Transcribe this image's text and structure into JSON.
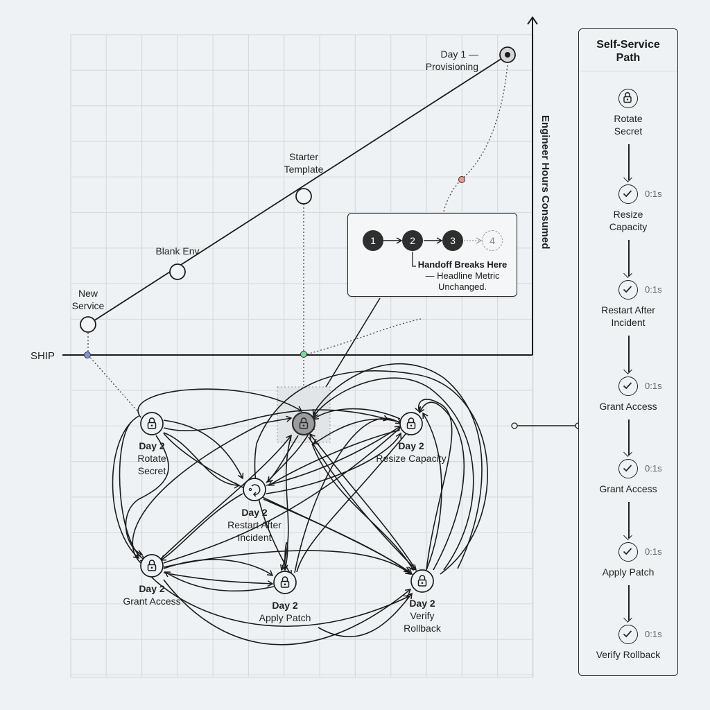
{
  "axis": {
    "y_label": "Engineer Hours Consumed",
    "baseline_label": "SHIP"
  },
  "day1_path": {
    "milestones": [
      {
        "label_lines": [
          "New",
          "Service"
        ]
      },
      {
        "label_lines": [
          "Blank Env"
        ]
      },
      {
        "label_lines": [
          "Starter",
          "Template"
        ]
      },
      {
        "label_lines": [
          "Day 1 —",
          "Provisioning"
        ]
      }
    ]
  },
  "ship_markers": [
    {
      "name": "blue",
      "color": "#7f96d6"
    },
    {
      "name": "green",
      "color": "#7ed99a"
    },
    {
      "name": "red",
      "color": "#f0978c"
    }
  ],
  "callout": {
    "steps": [
      "1",
      "2",
      "3",
      "4"
    ],
    "note_line1": "Handoff Breaks Here",
    "note_line2": "— Headline Metric",
    "note_line3": "Unchanged."
  },
  "day2_nodes": [
    {
      "id": "rotate",
      "day": "Day 2",
      "name_lines": [
        "Rotate",
        "Secret"
      ],
      "icon": "lock-icon"
    },
    {
      "id": "hub",
      "day": "",
      "name_lines": [],
      "icon": "lock-icon"
    },
    {
      "id": "resize",
      "day": "Day 2",
      "name_lines": [
        "Resize Capacity"
      ],
      "icon": "lock-icon"
    },
    {
      "id": "restart",
      "day": "Day 2",
      "name_lines": [
        "Restart After",
        "Incident"
      ],
      "icon": "restart-icon"
    },
    {
      "id": "grant",
      "day": "Day 2",
      "name_lines": [
        "Grant Access"
      ],
      "icon": "lock-icon"
    },
    {
      "id": "patch",
      "day": "Day 2",
      "name_lines": [
        "Apply Patch"
      ],
      "icon": "lock-icon"
    },
    {
      "id": "verify",
      "day": "Day 2",
      "name_lines": [
        "Verify",
        "Rollback"
      ],
      "icon": "lock-icon"
    }
  ],
  "side_panel": {
    "title_line1": "Self-Service",
    "title_line2": "Path",
    "steps": [
      {
        "name": "Rotate Secret",
        "name_lines": [
          "Rotate",
          "Secret"
        ],
        "icon": "lock-icon",
        "time": ""
      },
      {
        "name": "Resize Capacity",
        "name_lines": [
          "Resize",
          "Capacity"
        ],
        "icon": "check-icon",
        "time": "0:1s"
      },
      {
        "name": "Restart After Incident",
        "name_lines": [
          "Restart After",
          "Incident"
        ],
        "icon": "check-icon",
        "time": "0:1s"
      },
      {
        "name": "Grant Access",
        "name_lines": [
          "Grant Access"
        ],
        "icon": "check-icon",
        "time": "0:1s"
      },
      {
        "name": "Grant Access",
        "name_lines": [
          "Grant Access"
        ],
        "icon": "check-icon",
        "time": "0:1s"
      },
      {
        "name": "Apply Patch",
        "name_lines": [
          "Apply Patch"
        ],
        "icon": "check-icon",
        "time": "0:1s"
      },
      {
        "name": "Verify Rollback",
        "name_lines": [
          "Verify Rollback"
        ],
        "icon": "check-icon",
        "time": "0:1s"
      }
    ]
  }
}
